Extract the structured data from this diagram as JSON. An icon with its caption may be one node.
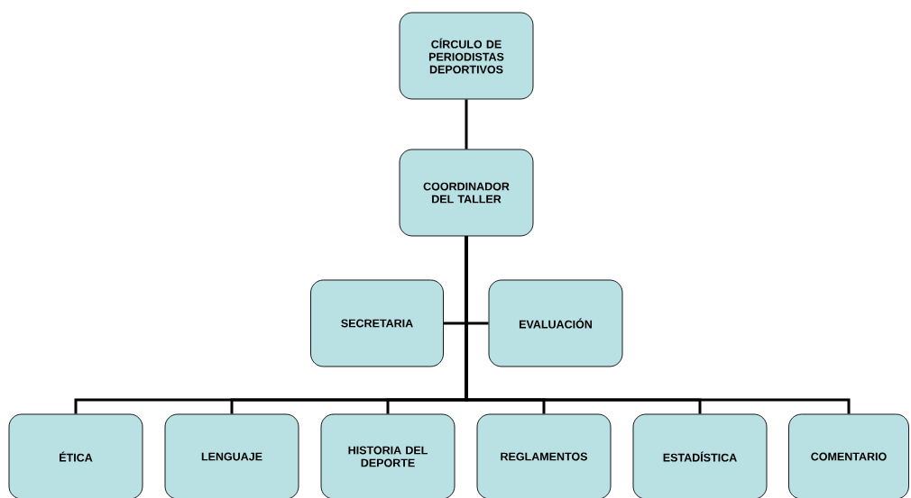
{
  "diagram": {
    "nodes": [
      {
        "text": [
          "CÍRCULO DE PERIODISTAS DEPORTIVOS"
        ]
      },
      {
        "text": [
          "COORDINADOR DEL TALLER"
        ]
      },
      {
        "text": [
          "SECRETARIA"
        ]
      },
      {
        "text": [
          "EVALUACIÓN"
        ]
      },
      {
        "text": [
          "ÉTICA"
        ]
      },
      {
        "text": [
          "LENGUAJE"
        ]
      },
      {
        "text": [
          "HISTORIA DEL DEPORTE"
        ]
      },
      {
        "text": [
          "REGLAMENTOS"
        ]
      },
      {
        "text": [
          "ESTADÍSTICA"
        ]
      },
      {
        "text": [
          "COMENTARIO"
        ]
      }
    ],
    "edges": [
      {
        "from": 0,
        "to": 1,
        "arrow": "none"
      },
      {
        "from": 1,
        "to": 2,
        "arrow": "none"
      },
      {
        "from": 1,
        "to": 3,
        "arrow": "none"
      },
      {
        "from": 1,
        "to": 4,
        "arrow": "none"
      },
      {
        "from": 1,
        "to": 5,
        "arrow": "none"
      },
      {
        "from": 1,
        "to": 6,
        "arrow": "none"
      },
      {
        "from": 1,
        "to": 7,
        "arrow": "none"
      },
      {
        "from": 1,
        "to": 8,
        "arrow": "none"
      },
      {
        "from": 1,
        "to": 9,
        "arrow": "none"
      }
    ]
  }
}
